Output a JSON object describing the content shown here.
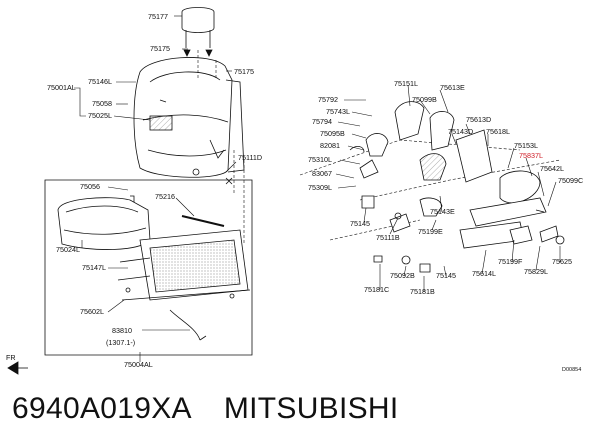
{
  "labels": {
    "l75177": "75177",
    "l75175a": "75175",
    "l75175b": "75175",
    "l75001AL": "75001AL",
    "l75146L": "75146L",
    "l75058": "75058",
    "l75025L": "75025L",
    "l75111D": "75111D",
    "l75056": "75056",
    "l75216": "75216",
    "l75024L": "75024L",
    "l75147L": "75147L",
    "l75602L": "75602L",
    "l83810": "83810",
    "l1307": "(1307.1-)",
    "l75004AL": "75004AL",
    "l75792": "75792",
    "l75151L": "75151L",
    "l75613E": "75613E",
    "l75743L": "75743L",
    "l75099B": "75099B",
    "l75794": "75794",
    "l75613D": "75613D",
    "l75095B": "75095B",
    "l75143D": "75143D",
    "l75618L": "75618L",
    "l82081": "82081",
    "l75153L": "75153L",
    "l75837L": "75837L",
    "l75310L": "75310L",
    "l83067": "83067",
    "l75642L": "75642L",
    "l75099C": "75099C",
    "l75309L": "75309L",
    "l75143E": "75143E",
    "l75145a": "75145",
    "l75111B": "75111B",
    "l75199E": "75199E",
    "l75092B": "75092B",
    "l75614L": "75614L",
    "l75199F": "75199F",
    "l75829L": "75829L",
    "l75625": "75625",
    "l75181C": "75181C",
    "l75181B": "75181B",
    "l75145b": "75145",
    "fr": "FR",
    "code": "D00854"
  },
  "part_number": "6940A019XA",
  "brand": "MITSUBISHI",
  "colors": {
    "highlight": "#d0202a",
    "line": "#111111"
  }
}
